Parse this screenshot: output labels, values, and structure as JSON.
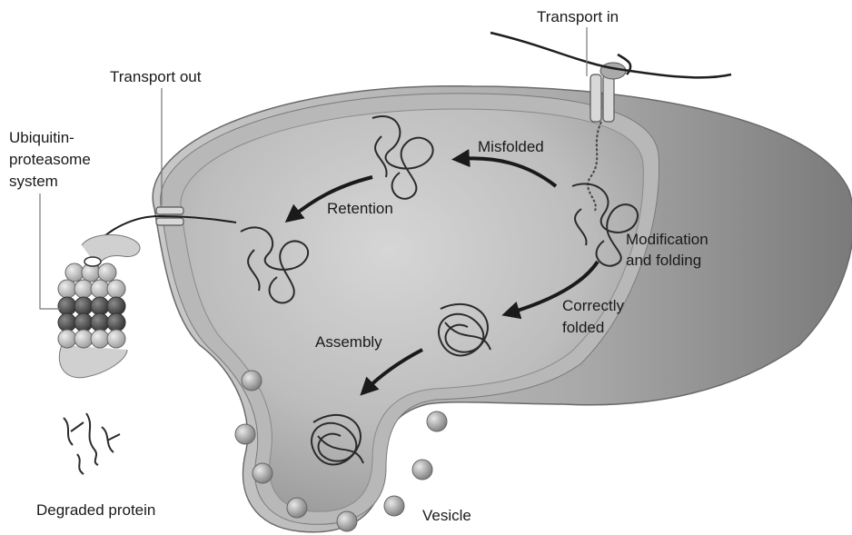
{
  "labels": {
    "transport_in": "Transport in",
    "transport_out": "Transport out",
    "ubiquitin_line1": "Ubiquitin-",
    "ubiquitin_line2": "proteasome",
    "ubiquitin_line3": "system",
    "misfolded": "Misfolded",
    "retention": "Retention",
    "modification_line1": "Modification",
    "modification_line2": "and folding",
    "correctly_line1": "Correctly",
    "correctly_line2": "folded",
    "assembly": "Assembly",
    "degraded_protein": "Degraded protein",
    "vesicle": "Vesicle"
  },
  "colors": {
    "membrane_outer": "#8c8c8c",
    "membrane_fill": "#b4b4b4",
    "lumen": "#c6c6c6",
    "protein": "#2b2b2b",
    "arrow": "#1a1a1a",
    "proteasome_light": "#bdbdbd",
    "proteasome_dark": "#4e4e4e"
  }
}
